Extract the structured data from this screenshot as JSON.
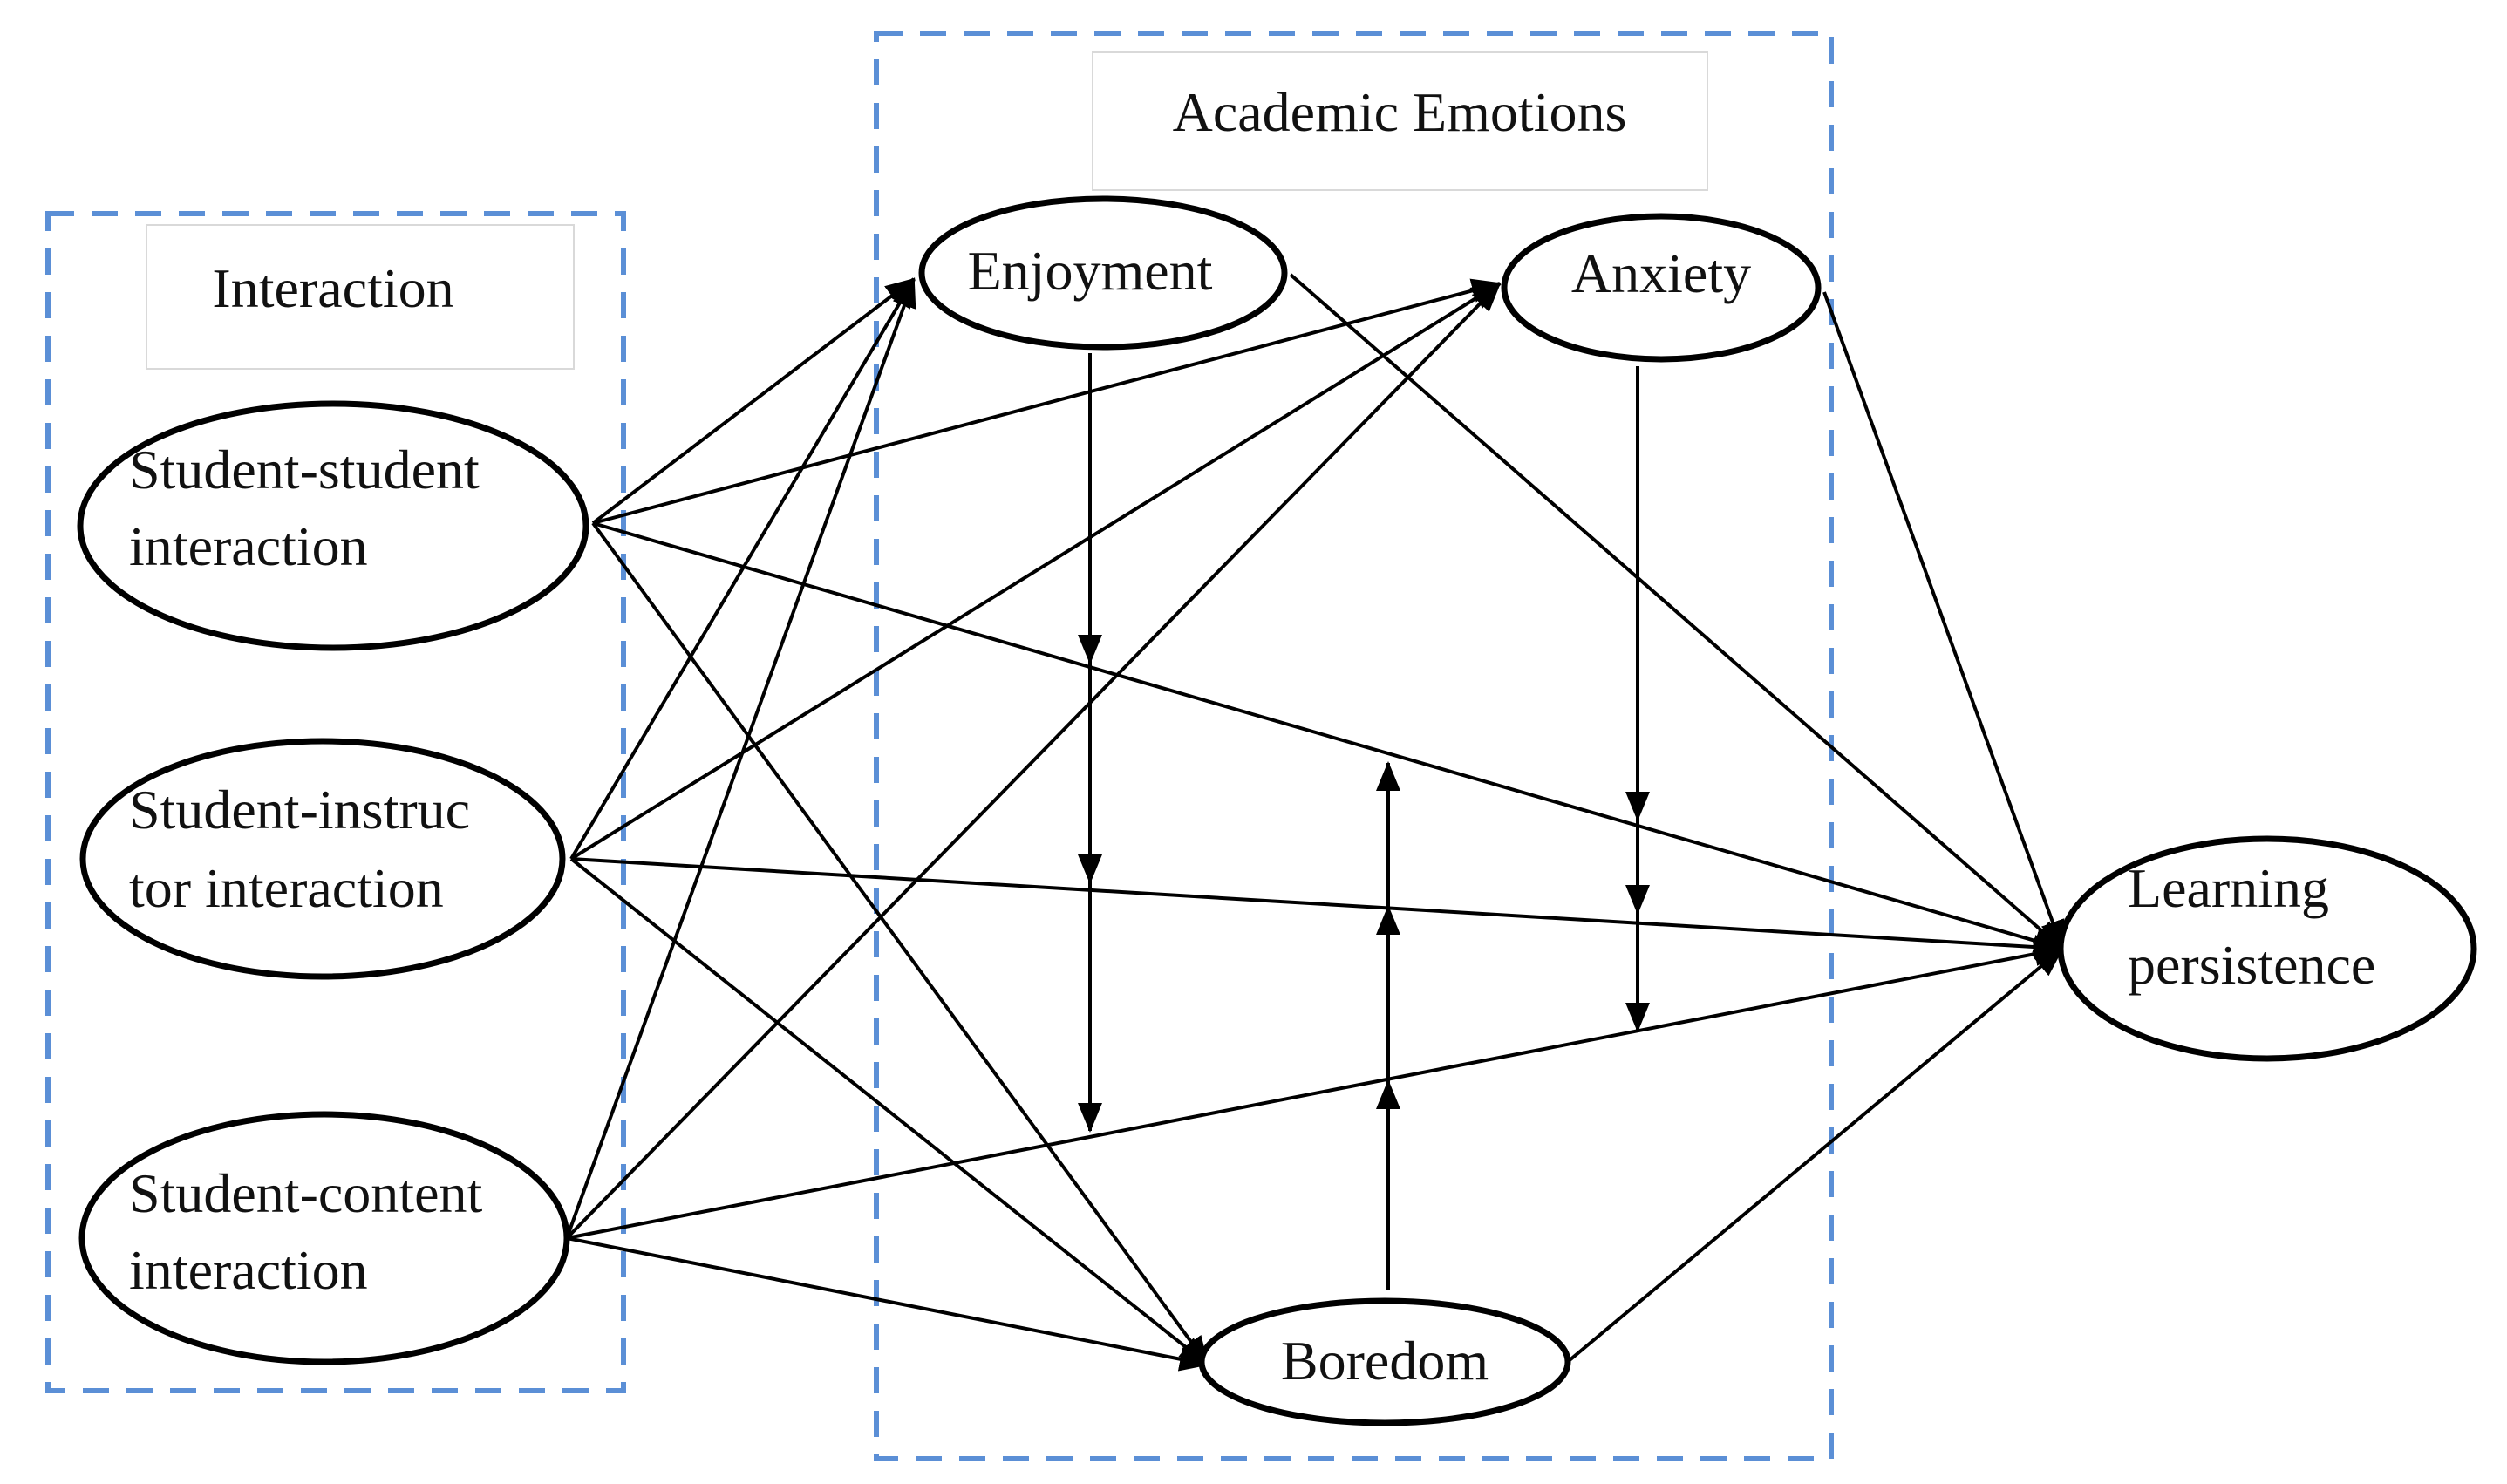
{
  "groups": {
    "interaction": {
      "label": "Interaction"
    },
    "academic_emotions": {
      "label": "Academic Emotions"
    }
  },
  "nodes": {
    "student_student": {
      "line1": "Student-student",
      "line2": "interaction"
    },
    "student_instructor": {
      "line1": "Student-instruc",
      "line2": "tor interaction"
    },
    "student_content": {
      "line1": "Student-content",
      "line2": "interaction"
    },
    "enjoyment": {
      "label": "Enjoyment"
    },
    "anxiety": {
      "label": "Anxiety"
    },
    "boredom": {
      "label": "Boredom"
    },
    "learning_persistence": {
      "line1": "Learning",
      "line2": "persistence"
    }
  },
  "edges": [
    {
      "from": "student_student",
      "to": "enjoyment"
    },
    {
      "from": "student_student",
      "to": "anxiety"
    },
    {
      "from": "student_student",
      "to": "boredom"
    },
    {
      "from": "student_student",
      "to": "learning_persistence"
    },
    {
      "from": "student_instructor",
      "to": "enjoyment"
    },
    {
      "from": "student_instructor",
      "to": "anxiety"
    },
    {
      "from": "student_instructor",
      "to": "boredom"
    },
    {
      "from": "student_instructor",
      "to": "learning_persistence"
    },
    {
      "from": "student_content",
      "to": "enjoyment"
    },
    {
      "from": "student_content",
      "to": "anxiety"
    },
    {
      "from": "student_content",
      "to": "boredom"
    },
    {
      "from": "student_content",
      "to": "learning_persistence"
    },
    {
      "from": "enjoyment",
      "to": "learning_persistence"
    },
    {
      "from": "anxiety",
      "to": "learning_persistence"
    },
    {
      "from": "boredom",
      "to": "learning_persistence"
    }
  ],
  "colors": {
    "group_border": "#5b8fd6",
    "stroke": "#000000",
    "background": "#ffffff"
  }
}
